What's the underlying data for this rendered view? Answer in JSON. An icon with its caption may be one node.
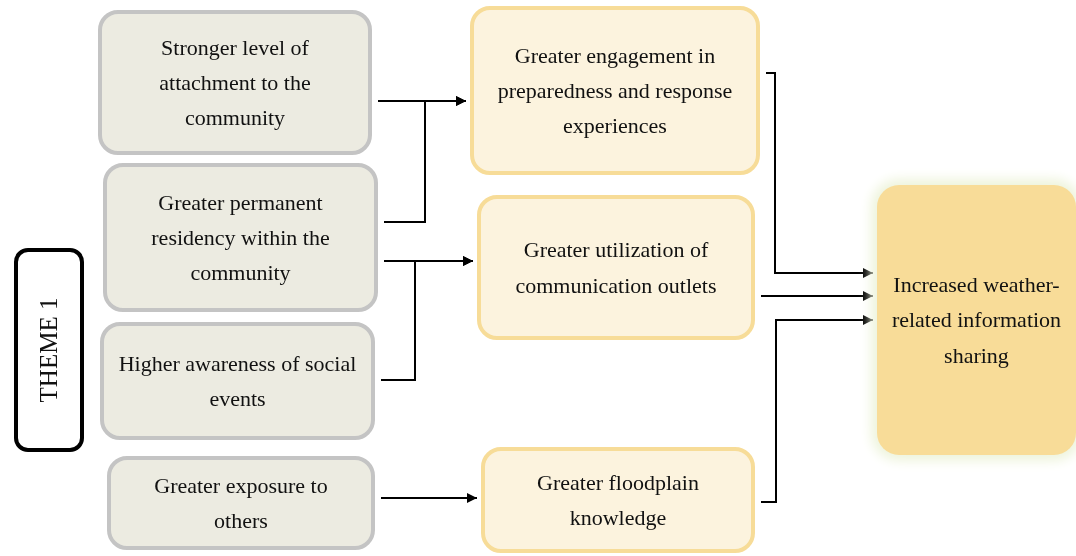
{
  "diagram": {
    "nodes": [
      {
        "text": [
          "THEME 1"
        ]
      },
      {
        "text": [
          "Stronger level of attachment to the community"
        ]
      },
      {
        "text": [
          "Greater permanent residency within the community"
        ]
      },
      {
        "text": [
          "Higher awareness of social events"
        ]
      },
      {
        "text": [
          "Greater exposure to others"
        ]
      },
      {
        "text": [
          "Greater engagement in preparedness and response experiences"
        ]
      },
      {
        "text": [
          "Greater utilization of communication outlets"
        ]
      },
      {
        "text": [
          "Greater floodplain knowledge"
        ]
      },
      {
        "text": [
          "Increased weather-related information sharing"
        ]
      }
    ],
    "edges": [
      {
        "from": 1,
        "to": 5,
        "arrow": "to"
      },
      {
        "from": 2,
        "to": 5,
        "arrow": "to"
      },
      {
        "from": 2,
        "to": 6,
        "arrow": "to"
      },
      {
        "from": 3,
        "to": 6,
        "arrow": "to"
      },
      {
        "from": 4,
        "to": 7,
        "arrow": "to"
      },
      {
        "from": 5,
        "to": 8,
        "arrow": "to"
      },
      {
        "from": 6,
        "to": 8,
        "arrow": "to"
      },
      {
        "from": 7,
        "to": 8,
        "arrow": "to"
      }
    ]
  }
}
